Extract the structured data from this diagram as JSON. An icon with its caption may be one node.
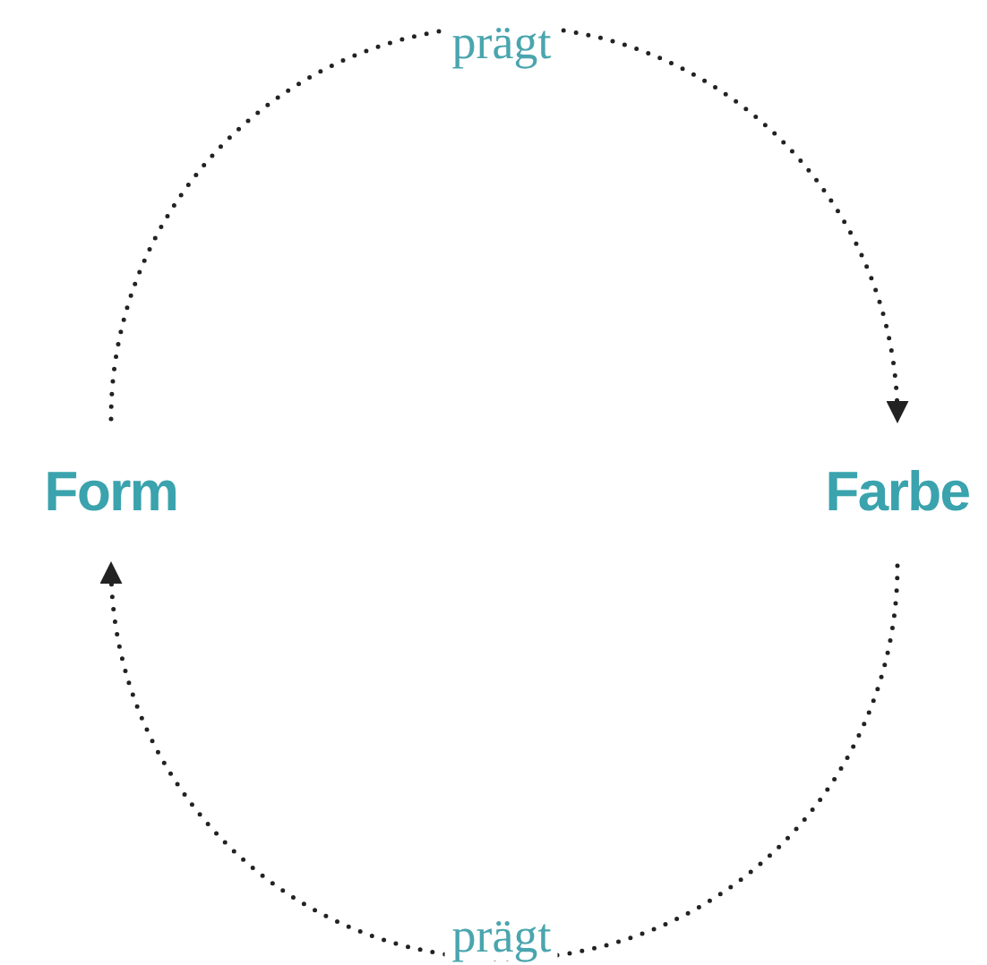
{
  "diagram": {
    "nodes": [
      {
        "text": [
          "Form"
        ]
      },
      {
        "text": [
          "Farbe"
        ]
      }
    ],
    "edges": [
      {
        "from": 0,
        "to": 1,
        "arrow": "to",
        "label": "prägt",
        "style": "dashed"
      },
      {
        "from": 1,
        "to": 0,
        "arrow": "to",
        "label": "prägt",
        "style": "dashed"
      }
    ]
  }
}
